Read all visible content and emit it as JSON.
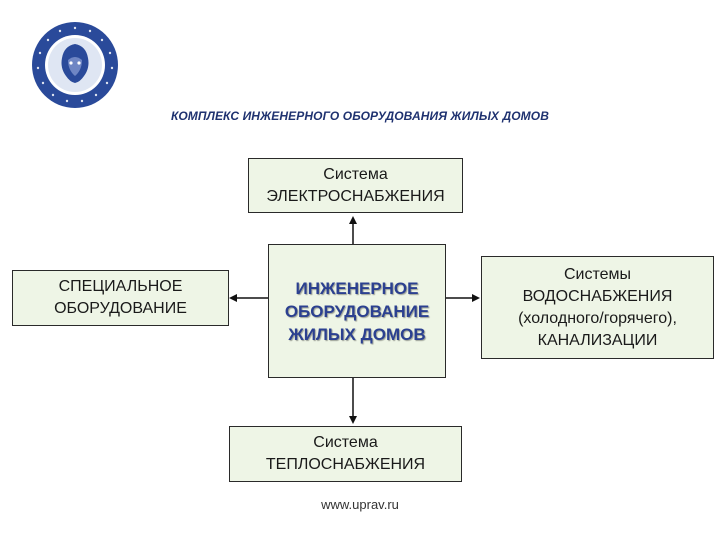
{
  "title": "КОМПЛЕКС ИНЖЕНЕРНОГО ОБОРУДОВАНИЯ ЖИЛЫХ ДОМОВ",
  "center": {
    "lines": [
      "ИНЖЕНЕРНОЕ",
      "ОБОРУДОВАНИЕ",
      "ЖИЛЫХ ДОМОВ"
    ]
  },
  "top_box": {
    "lines": [
      "Система",
      "ЭЛЕКТРОСНАБЖЕНИЯ"
    ]
  },
  "left_box": {
    "lines": [
      "СПЕЦИАЛЬНОЕ",
      "ОБОРУДОВАНИЕ"
    ]
  },
  "right_box": {
    "lines": [
      "Системы",
      "ВОДОСНАБЖЕНИЯ",
      "(холодного/горячего),",
      "КАНАЛИЗАЦИИ"
    ]
  },
  "bottom_box": {
    "lines": [
      "Система",
      "ТЕПЛОСНАБЖЕНИЯ"
    ]
  },
  "footer": "www.uprav.ru",
  "logo": {
    "icon": "lion-emblem-icon",
    "color": "#2a4a9a"
  },
  "colors": {
    "box_fill": "#eef5e6",
    "title": "#1f3270",
    "center_text": "#2b4090"
  }
}
